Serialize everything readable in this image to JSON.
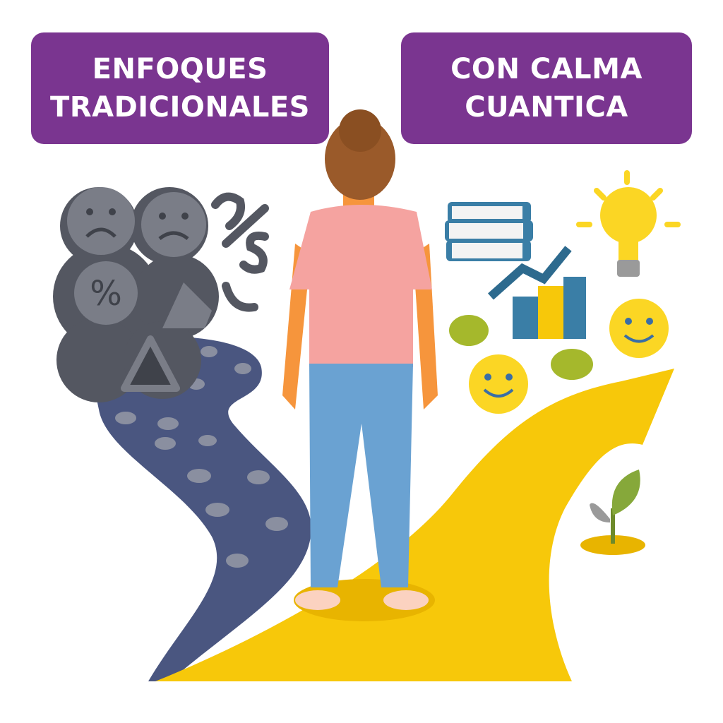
{
  "left_panel": {
    "line1": "ENFOQUES",
    "line2": "TRADICIONALES"
  },
  "right_panel": {
    "line1": "CON CALMA",
    "line2": "CUANTICA"
  },
  "colors": {
    "label_bg": "#7a3590",
    "dark_path": "#4a5680",
    "bright_path": "#f7c80a",
    "cloud": "#545761",
    "shirt": "#f5a3a0",
    "jeans": "#6aa2d2",
    "hair": "#9a5a2a",
    "skin": "#f6953c"
  }
}
